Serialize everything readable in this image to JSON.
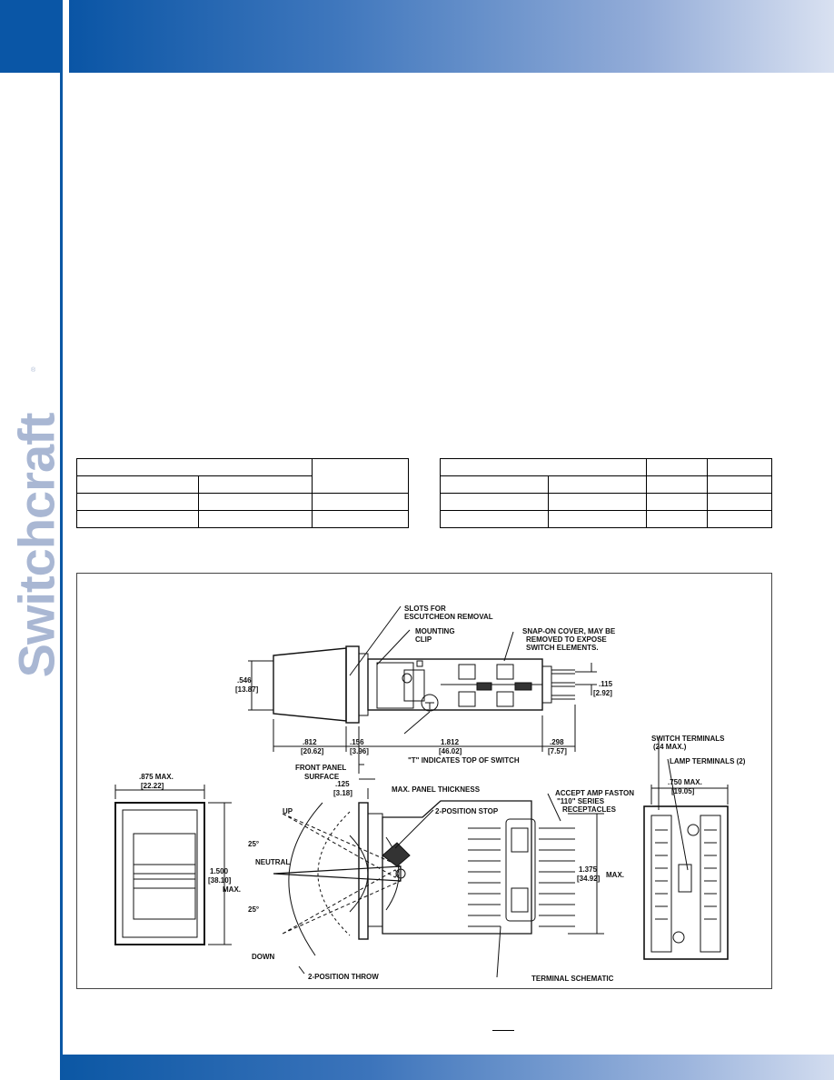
{
  "brand": {
    "name": "Switchcraft",
    "reg": "®"
  },
  "colors": {
    "brand_blue": "#0a56a6",
    "brand_light": "#a9b7d3"
  },
  "drawing": {
    "callouts": {
      "slots": [
        "SLOTS FOR",
        "ESCUTCHEON REMOVAL"
      ],
      "mounting_clip": [
        "MOUNTING",
        "CLIP"
      ],
      "snap_cover": [
        "SNAP-ON COVER, MAY BE",
        "REMOVED TO EXPOSE",
        "SWITCH ELEMENTS."
      ],
      "t_indicates": "\"T\" INDICATES TOP OF SWITCH",
      "front_panel": [
        "FRONT PANEL",
        "SURFACE"
      ],
      "max_panel": "MAX. PANEL THICKNESS",
      "two_pos_stop": "2-POSITION STOP",
      "accept_amp": [
        "ACCEPT AMP FASTON",
        "\"110\" SERIES",
        "RECEPTACLES"
      ],
      "switch_terminals": [
        "SWITCH TERMINALS",
        "(24 MAX.)"
      ],
      "lamp_terminals": "LAMP TERMINALS (2)",
      "up": "UP",
      "neutral": "NEUTRAL",
      "down": "DOWN",
      "angle_top": "25°",
      "angle_bottom": "25°",
      "two_pos_throw": "2-POSITION THROW",
      "terminal_schematic": "TERMINAL SCHEMATIC"
    },
    "dims": {
      "d546": ".546",
      "d546mm": "[13.87]",
      "d115": ".115",
      "d115mm": "[2.92]",
      "d812": ".812",
      "d812mm": "[20.62]",
      "d156": ".156",
      "d156mm": "[3.96]",
      "d1812": "1.812",
      "d1812mm": "[46.02]",
      "d298": ".298",
      "d298mm": "[7.57]",
      "d125": ".125",
      "d125mm": "[3.18]",
      "d875": ".875 MAX.",
      "d875mm": "[22.22]",
      "d1500": "1.500",
      "d1500mm": "[38.10]",
      "d1500max": "MAX.",
      "d1375": "1.375",
      "d1375mm": "[34.92]",
      "d1375max": "MAX.",
      "d750": ".750 MAX.",
      "d750mm": "[19.05]"
    }
  }
}
